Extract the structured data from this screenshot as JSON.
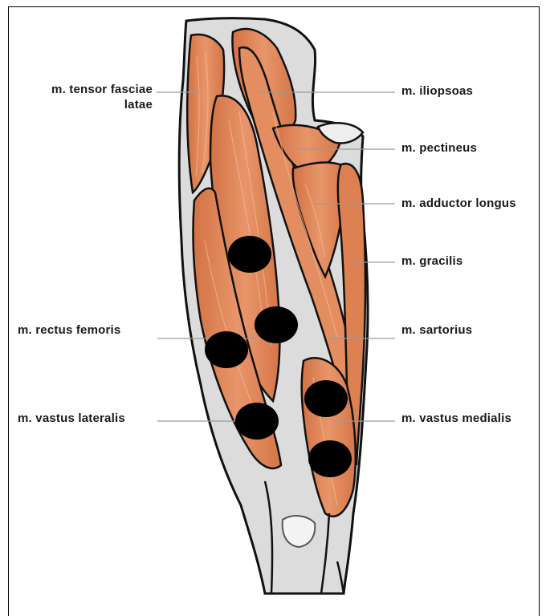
{
  "labels_left": [
    {
      "id": "tensor",
      "text_line1": "m. tensor fasciae",
      "text_line2": "latae"
    },
    {
      "id": "rectus",
      "text_line1": "m. rectus femoris"
    },
    {
      "id": "vastus_lat",
      "text_line1": "m. vastus lateralis"
    }
  ],
  "labels_right": [
    {
      "id": "iliopsoas",
      "text_line1": "m. iliopsoas"
    },
    {
      "id": "pectineus",
      "text_line1": "m. pectineus"
    },
    {
      "id": "adductor",
      "text_line1": "m. adductor longus"
    },
    {
      "id": "gracilis",
      "text_line1": "m. gracilis"
    },
    {
      "id": "sartorius",
      "text_line1": "m. sartorius"
    },
    {
      "id": "vastus_med",
      "text_line1": "m. vastus medialis"
    }
  ],
  "colors": {
    "muscle": "#e0895a",
    "muscle_dark": "#c9693a",
    "muscle_light": "#eda57a",
    "tendon": "#dedede",
    "outline": "#111111",
    "marker": "#000000"
  }
}
